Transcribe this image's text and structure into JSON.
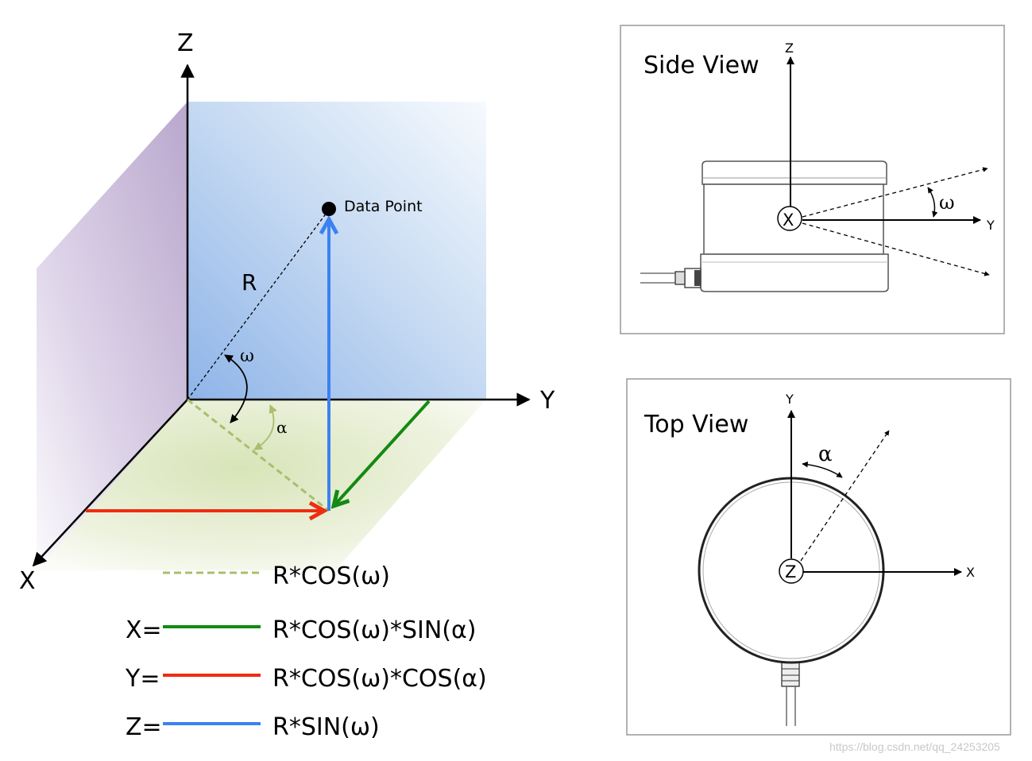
{
  "main_diagram": {
    "axis_z": "Z",
    "axis_y": "Y",
    "axis_x": "X",
    "data_point_label": "Data Point",
    "r_label": "R",
    "omega_label": "ω",
    "alpha_label": "α"
  },
  "legend": {
    "rows": [
      {
        "prefix": "",
        "formula": "R*COS(ω)",
        "color": "#a9be6e",
        "style": "dashed"
      },
      {
        "prefix": "X=",
        "formula": "R*COS(ω)*SIN(α)",
        "color": "#138a12",
        "style": "solid"
      },
      {
        "prefix": "Y=",
        "formula": "R*COS(ω)*COS(α)",
        "color": "#ee2d10",
        "style": "solid"
      },
      {
        "prefix": "Z=",
        "formula": "R*SIN(ω)",
        "color": "#3b82f0",
        "style": "solid"
      }
    ]
  },
  "side_view": {
    "title": "Side View",
    "axis_z": "Z",
    "axis_y": "Y",
    "center_label": "X",
    "angle_label": "ω"
  },
  "top_view": {
    "title": "Top View",
    "axis_y": "Y",
    "axis_x": "X",
    "center_label": "Z",
    "angle_label": "α"
  },
  "watermark": "https://blog.csdn.net/qq_24253205",
  "colors": {
    "blue": "#3b82f0",
    "green": "#138a12",
    "red": "#ee2d10",
    "dashed_green": "#a9be6e"
  }
}
